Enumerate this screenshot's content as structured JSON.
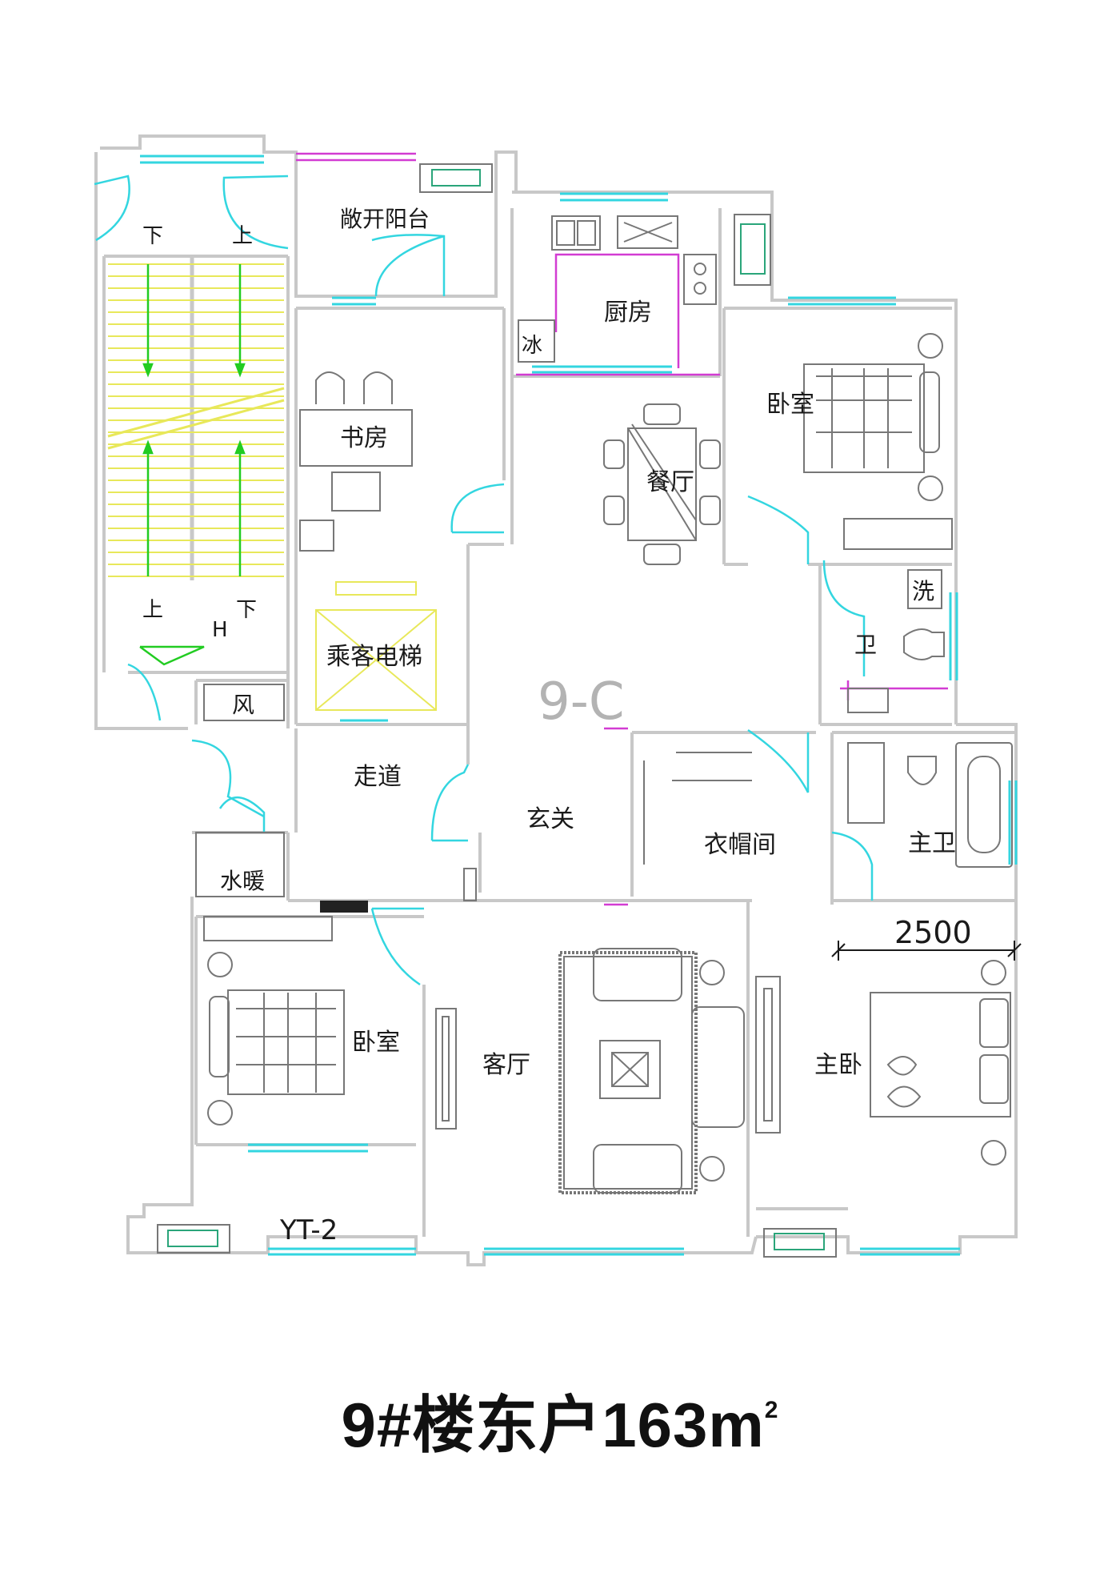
{
  "plan": {
    "unit_code": "9-C",
    "dimension": "2500",
    "stairs": {
      "top_left_down": "下",
      "top_right_up": "上",
      "bottom_up": "上",
      "bottom_down": "下",
      "height_mark": "H"
    },
    "rooms": {
      "open_balcony": "敞开阳台",
      "kitchen": "厨房",
      "fridge": "冰",
      "bedroom_ne": "卧室",
      "study": "书房",
      "dining": "餐厅",
      "laundry": "洗",
      "bathroom": "卫",
      "elevator": "乘客电梯",
      "air_shaft": "风",
      "corridor": "走道",
      "foyer": "玄关",
      "cloakroom": "衣帽间",
      "master_bath": "主卫",
      "utility_shaft": "水暖",
      "bedroom_sw": "卧室",
      "living": "客厅",
      "master_bedroom": "主卧",
      "balcony_code": "YT-2"
    }
  },
  "caption": {
    "main": "9#楼东户163m",
    "superscript": "2"
  },
  "colors": {
    "wall": "#c8c8c8",
    "window": "#33d6e0",
    "door": "#33d6e0",
    "stair_tread": "#e8e85a",
    "arrow": "#22cc22",
    "magenta": "#d23cd2",
    "furniture": "#777777",
    "label": "#1a1a1a"
  }
}
